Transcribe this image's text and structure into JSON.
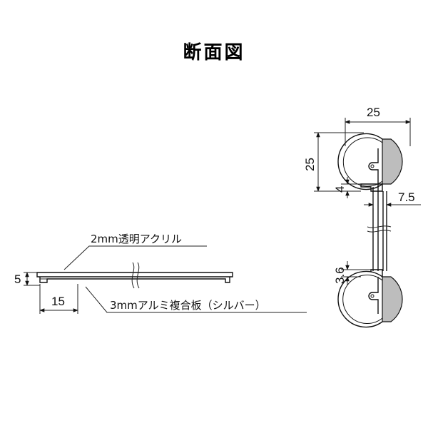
{
  "title": "断面図",
  "dims": {
    "width_top": "25",
    "height_left": "25",
    "gap_4": "4",
    "gap_7_5": "7.5",
    "gap_3_6": "3.6",
    "side_5": "5",
    "side_15": "15"
  },
  "notes": {
    "acrylic": "2mm透明アクリル",
    "aluminum": "3mmアルミ複合板（シルバー）"
  },
  "colors": {
    "frame_fill": "#bdbdbd",
    "line": "#222222"
  }
}
